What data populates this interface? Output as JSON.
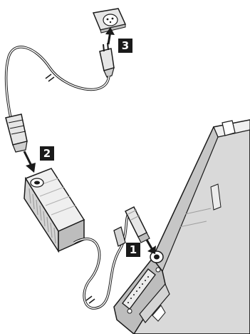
{
  "steps": [
    {
      "number": "1",
      "target": "laptop-power-jack"
    },
    {
      "number": "2",
      "target": "ac-adapter-inlet"
    },
    {
      "number": "3",
      "target": "wall-outlet"
    }
  ],
  "colors": {
    "outline": "#1a1a1a",
    "laptop_fill": "#d9d9d9",
    "laptop_shade": "#bdbdbd",
    "adapter_fill": "#e6e6e6",
    "adapter_ribs": "#9e9e9e",
    "arrow": "#1a1a1a",
    "badge_bg": "#1a1a1a",
    "badge_text": "#ffffff"
  },
  "icons": [
    "wall-outlet-icon",
    "plug-icon",
    "ac-adapter-icon",
    "laptop-icon",
    "arrow-icon"
  ]
}
